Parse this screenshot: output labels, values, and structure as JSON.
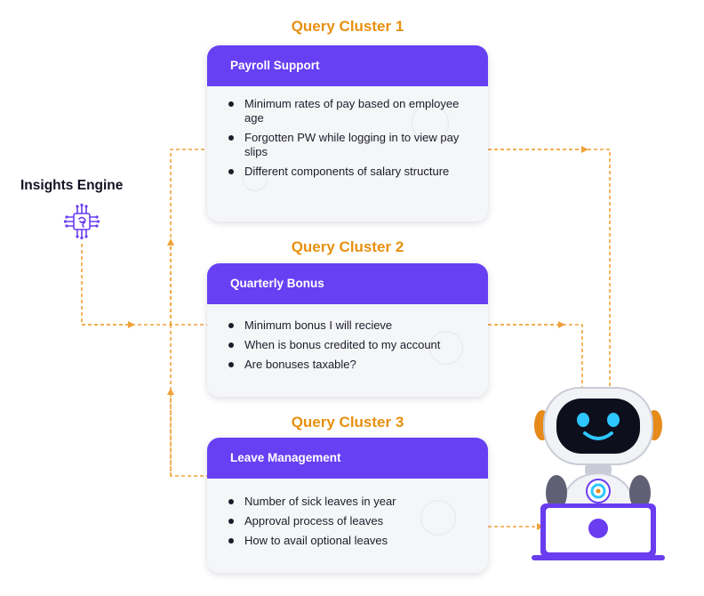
{
  "engine": {
    "label": "Insights Engine",
    "icon": "brain-chip-icon"
  },
  "clusters": [
    {
      "title": "Query Cluster 1",
      "category": "Payroll Support",
      "queries": [
        "Minimum rates of pay based on employee age",
        "Forgotten PW while logging in to view pay slips",
        "Different components of salary structure"
      ]
    },
    {
      "title": "Query Cluster 2",
      "category": "Quarterly Bonus",
      "queries": [
        "Minimum bonus I will recieve",
        "When is bonus credited to my account",
        "Are bonuses taxable?"
      ]
    },
    {
      "title": "Query Cluster 3",
      "category": "Leave Management",
      "queries": [
        "Number of sick leaves in year",
        "Approval process of leaves",
        "How to avail optional leaves"
      ]
    }
  ],
  "colors": {
    "header_bg": "#6740f3",
    "title_orange": "#e8900f",
    "connector": "#f0a23a",
    "robot_accent": "#6a3df0"
  },
  "robot": {
    "icon": "chatbot-robot-icon"
  }
}
